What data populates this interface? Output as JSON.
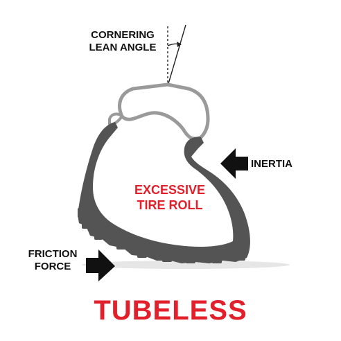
{
  "labels": {
    "cornering_line1": "CORNERING",
    "cornering_line2": "LEAN ANGLE",
    "inertia": "INERTIA",
    "friction_line1": "FRICTION",
    "friction_line2": "FORCE",
    "excessive_line1": "EXCESSIVE",
    "excessive_line2": "TIRE ROLL",
    "tubeless": "TUBELESS"
  },
  "colors": {
    "accent": "#e2202b",
    "tire": "#545454",
    "rim": "#9a9a9a",
    "text": "#111111"
  }
}
